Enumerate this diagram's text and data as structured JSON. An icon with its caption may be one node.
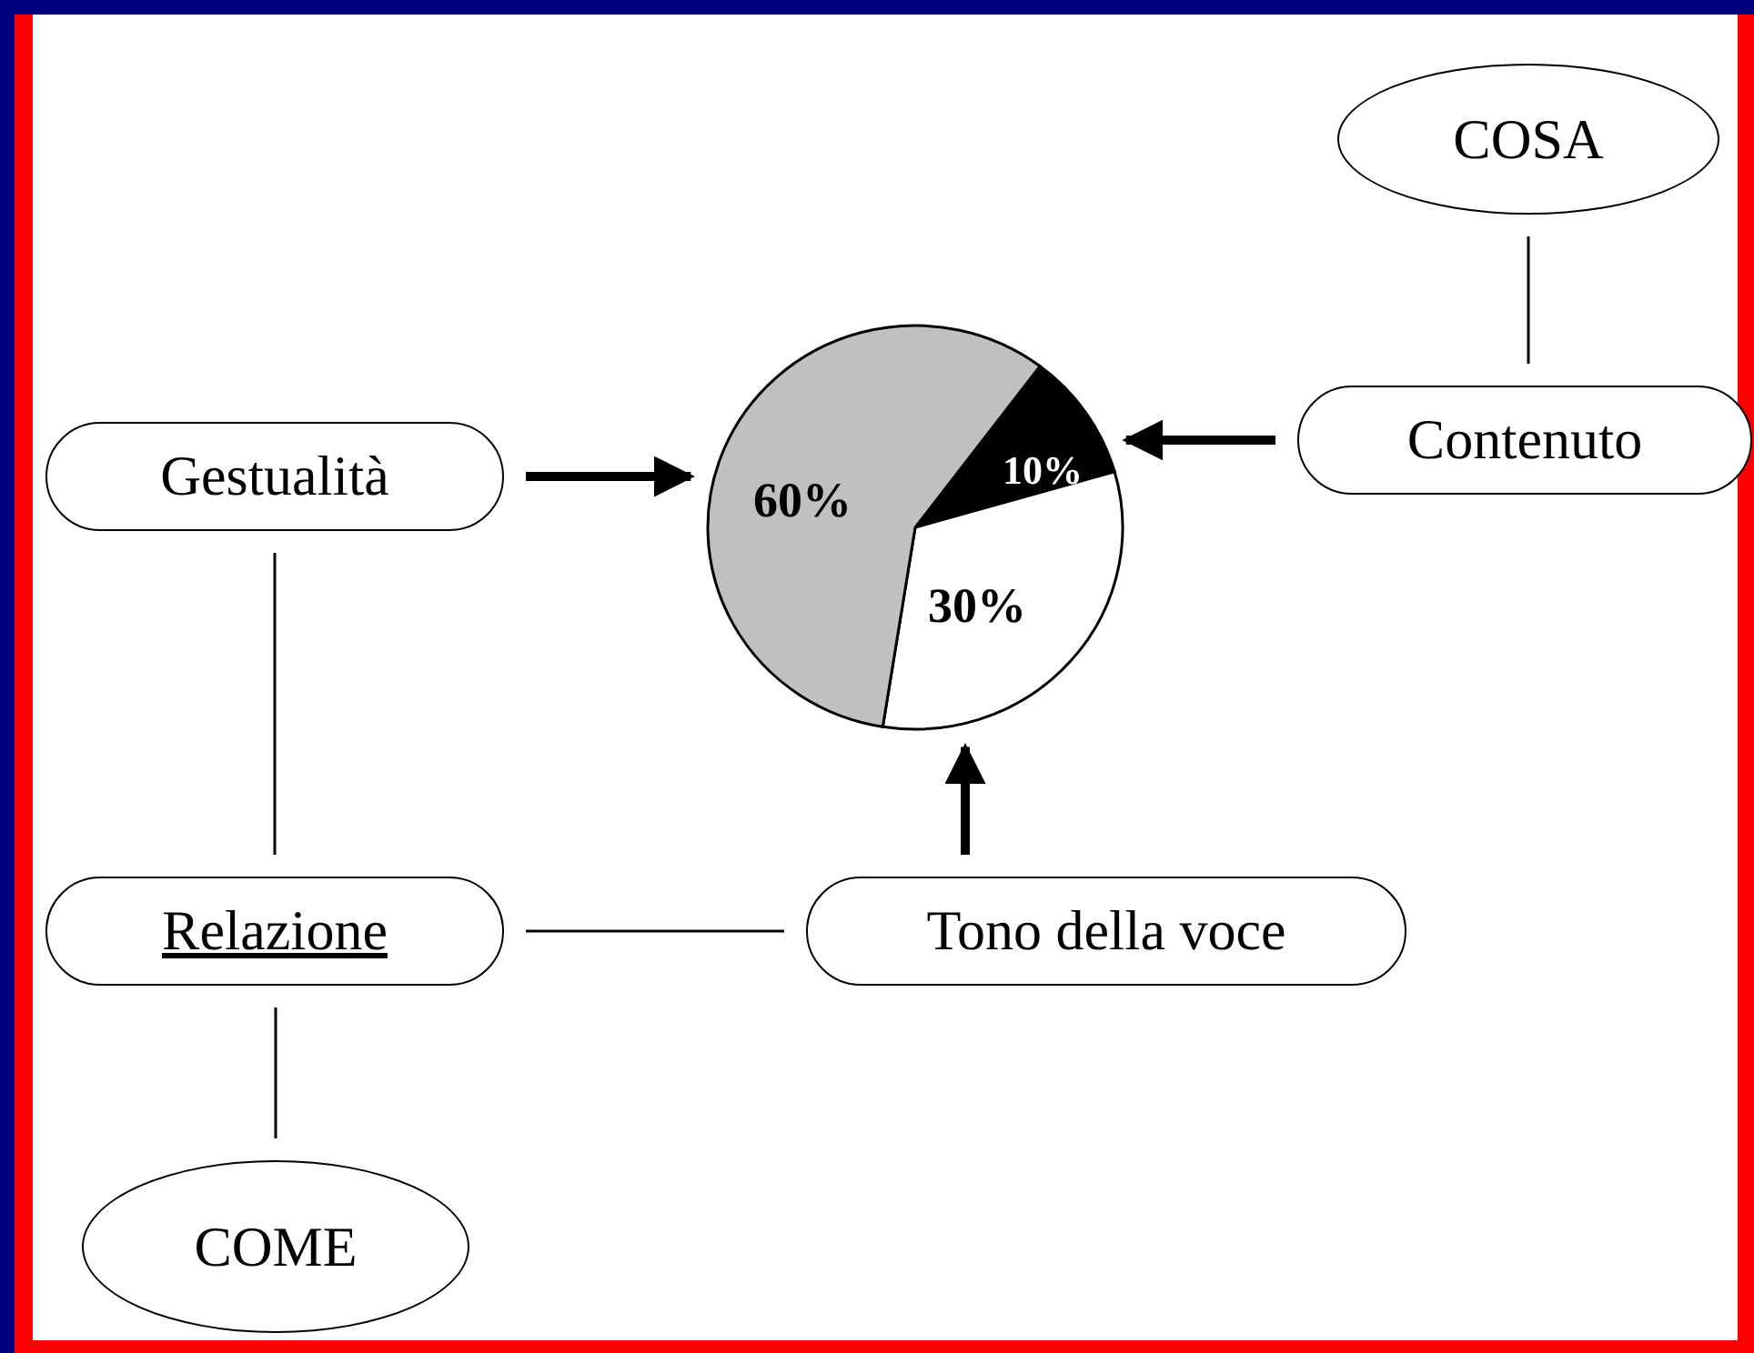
{
  "diagram": {
    "nodes": [
      {
        "text": [
          "COSA"
        ]
      },
      {
        "text": [
          "Contenuto"
        ]
      },
      {
        "text": [
          "Gestualità"
        ]
      },
      {
        "text": [
          "10%",
          "60%",
          "30%"
        ]
      },
      {
        "text": [
          "Relazione"
        ]
      },
      {
        "text": [
          "Tono della voce"
        ]
      },
      {
        "text": [
          "COME"
        ]
      }
    ],
    "edges": [
      {
        "from": 0,
        "to": 1,
        "arrow": "none"
      },
      {
        "from": 1,
        "to": 3,
        "arrow": "to",
        "style": "thick"
      },
      {
        "from": 2,
        "to": 3,
        "arrow": "to",
        "style": "thick"
      },
      {
        "from": 5,
        "to": 3,
        "arrow": "to",
        "style": "thick"
      },
      {
        "from": 2,
        "to": 4,
        "arrow": "none"
      },
      {
        "from": 4,
        "to": 5,
        "arrow": "none"
      },
      {
        "from": 4,
        "to": 6,
        "arrow": "none"
      }
    ]
  }
}
